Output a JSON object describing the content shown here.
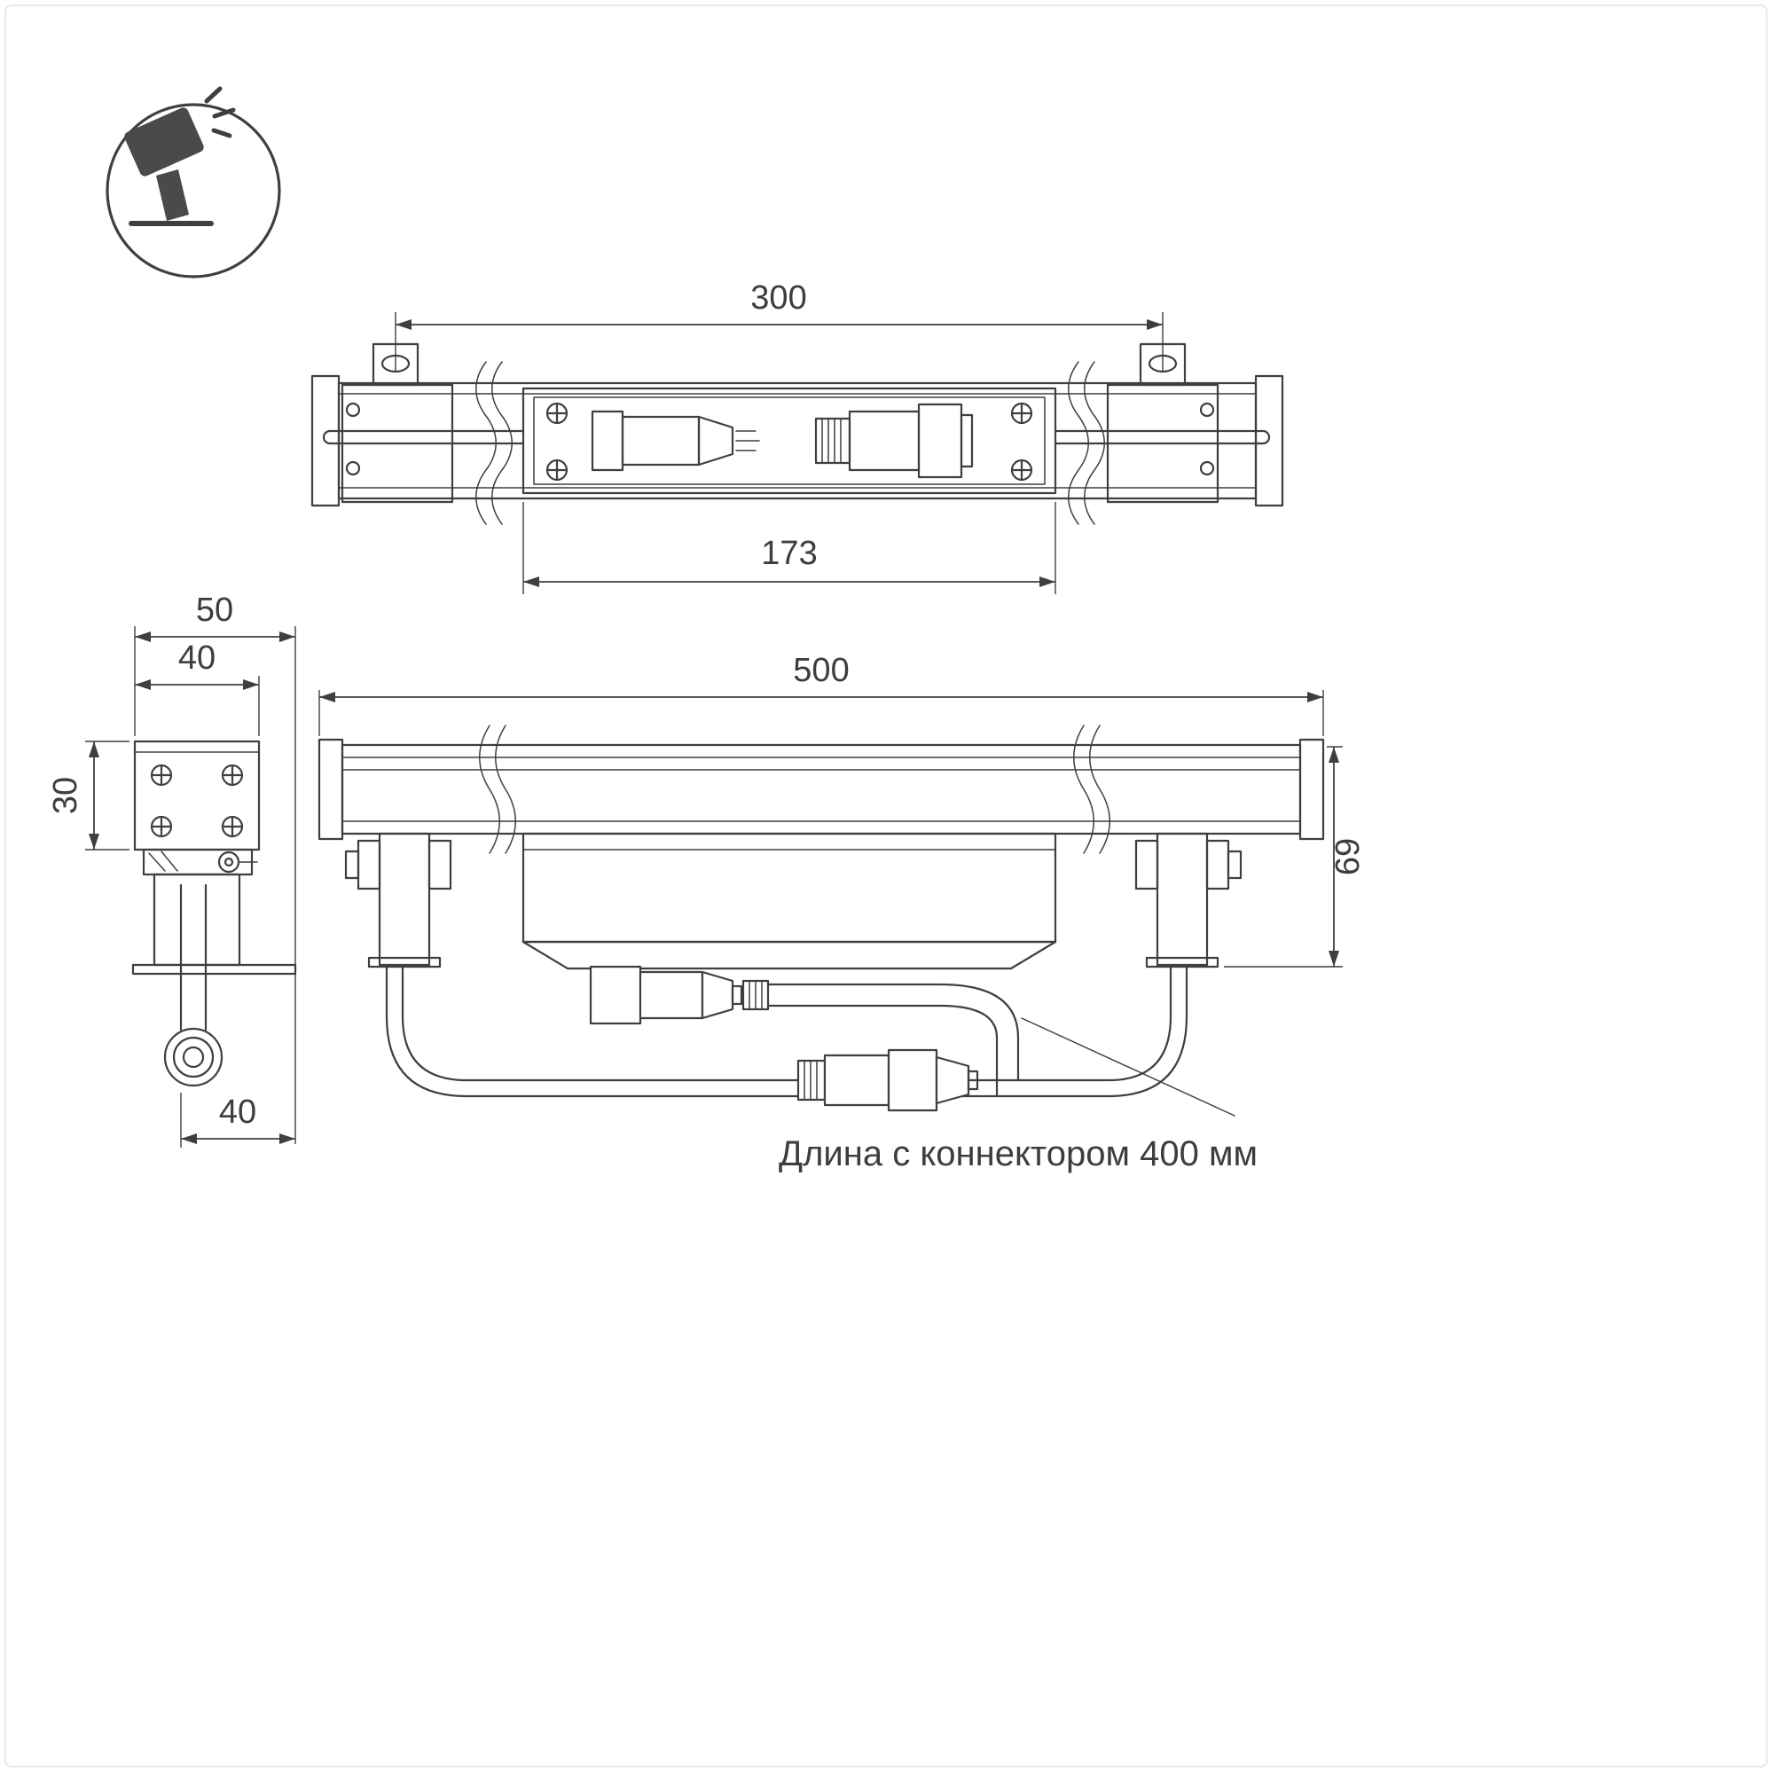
{
  "colors": {
    "line": "#3f3f3f",
    "frame": "#e9e9e9",
    "icon": "#4a4a4a",
    "background": "#ffffff"
  },
  "dimensions": {
    "top_width": "300",
    "top_inner_width": "173",
    "end_overall_width": "50",
    "end_body_width": "40",
    "end_body_height": "30",
    "end_bottom_width": "40",
    "front_length": "500",
    "front_height": "69"
  },
  "note": {
    "connector_length": "Длина с коннектором 400 мм"
  }
}
